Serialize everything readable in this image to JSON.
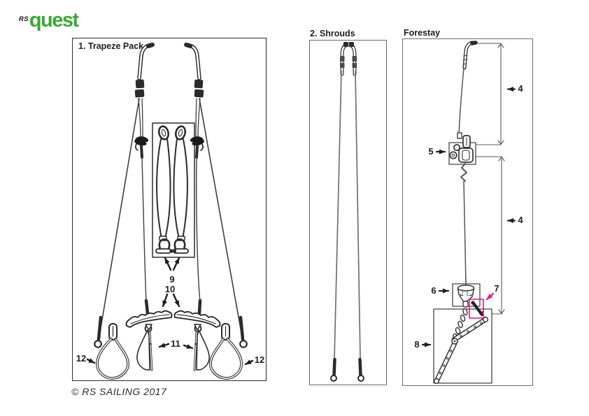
{
  "logo": {
    "rs": "RS",
    "name": "quest",
    "color": "#3aaa35"
  },
  "panels": [
    {
      "title": "1. Trapeze Pack"
    },
    {
      "title": "2. Shrouds"
    },
    {
      "title": "Forestay"
    }
  ],
  "labels": {
    "l4a": "4",
    "l4b": "4",
    "l5": "5",
    "l6": "6",
    "l7": "7",
    "l8": "8",
    "l9": "9",
    "l10": "10",
    "l11": "11",
    "l12_left": "12",
    "l12_right": "12"
  },
  "colors": {
    "magenta_highlight": "#e6138b",
    "logo_green": "#3aaa35",
    "ink": "#1d1d1d"
  },
  "footer": {
    "copyright": "© RS SAILING 2017"
  }
}
